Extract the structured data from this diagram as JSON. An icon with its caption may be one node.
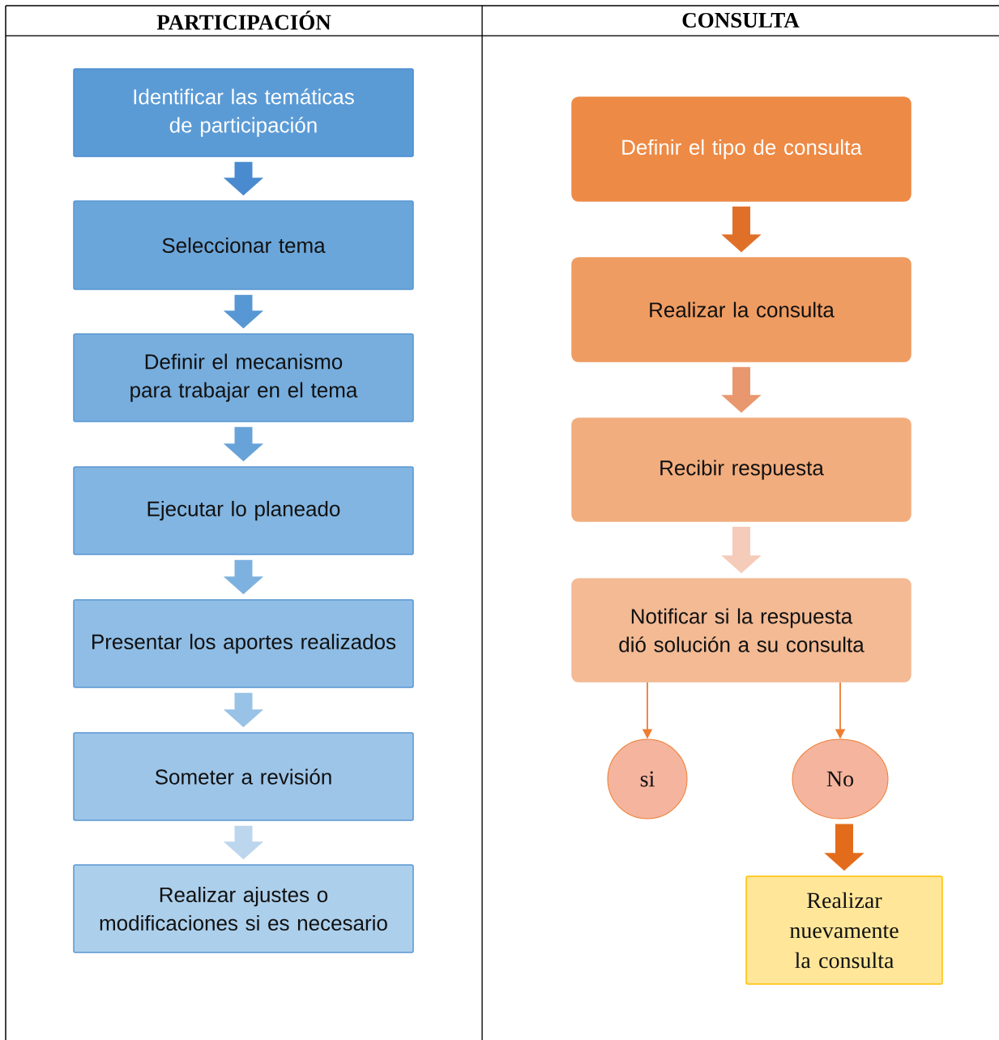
{
  "diagram": {
    "nodes": [
      {
        "text": [
          "Identificar las temáticas de participación"
        ]
      },
      {
        "text": [
          "Seleccionar tema"
        ]
      },
      {
        "text": [
          "Definir el mecanismo para trabajar en el tema"
        ]
      },
      {
        "text": [
          "Ejecutar lo planeado"
        ]
      },
      {
        "text": [
          "Presentar los aportes realizados"
        ]
      },
      {
        "text": [
          "Someter a revisión"
        ]
      },
      {
        "text": [
          "Realizar ajustes o modificaciones si es necesario"
        ]
      },
      {
        "text": [
          "Definir el tipo de consulta"
        ]
      },
      {
        "text": [
          "Realizar la consulta"
        ]
      },
      {
        "text": [
          "Recibir respuesta"
        ]
      },
      {
        "text": [
          "Notificar si la respuesta dió solución a su consulta"
        ]
      },
      {
        "text": [
          "si"
        ]
      },
      {
        "text": [
          "No"
        ]
      },
      {
        "text": [
          "Realizar nuevamente la consulta"
        ]
      }
    ],
    "edges": [
      {
        "from": 0,
        "to": 1,
        "arrow": "to",
        "color": "#4a8bd0"
      },
      {
        "from": 1,
        "to": 2,
        "arrow": "to",
        "color": "#5797d4"
      },
      {
        "from": 2,
        "to": 3,
        "arrow": "to",
        "color": "#67a3d9"
      },
      {
        "from": 3,
        "to": 4,
        "arrow": "to",
        "color": "#7db1df"
      },
      {
        "from": 4,
        "to": 5,
        "arrow": "to",
        "color": "#98c2e6"
      },
      {
        "from": 5,
        "to": 6,
        "arrow": "to",
        "color": "#bcd6ee"
      },
      {
        "from": 7,
        "to": 8,
        "arrow": "to",
        "color": "#e07028"
      },
      {
        "from": 8,
        "to": 9,
        "arrow": "to",
        "color": "#e9976f"
      },
      {
        "from": 9,
        "to": 10,
        "arrow": "to",
        "color": "#f5cbb9"
      },
      {
        "from": 10,
        "to": 11,
        "arrow": "to",
        "color": "#ed7d31"
      },
      {
        "from": 10,
        "to": 12,
        "arrow": "to",
        "color": "#ed7d31"
      },
      {
        "from": 12,
        "to": 13,
        "arrow": "to",
        "color": "#e36c1c"
      }
    ],
    "labels": [
      "PARTICIPACIÓN",
      "CONSULTA"
    ]
  }
}
